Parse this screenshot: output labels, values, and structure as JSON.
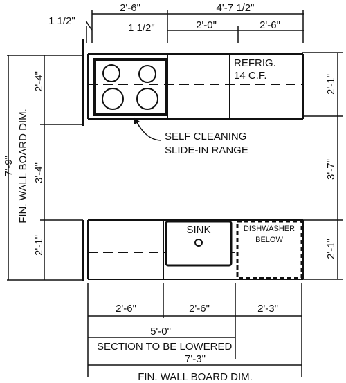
{
  "dims": {
    "top_range_width": "2'-6\"",
    "top_right_width": "4'-7  1/2\"",
    "top_left_gap": "1 1/2\"",
    "top_mid_gap": "1 1/2\"",
    "top_mid_width": "2'-0\"",
    "top_fridge_width": "2'-6\"",
    "left_top_depth": "2'-4\"",
    "left_mid_depth": "3'-4\"",
    "left_bot_depth": "2'-1\"",
    "left_total": "7'-9\"",
    "right_top_depth": "2'-1\"",
    "right_mid_depth": "3'-7\"",
    "right_bot_depth": "2'-1\"",
    "bottom_seg1": "2'-6\"",
    "bottom_seg2": "2'-6\"",
    "bottom_seg3": "2'-3\"",
    "bottom_lowered": "5'-0\"",
    "bottom_total": "7'-3\""
  },
  "labels": {
    "wall_board_left": "FIN.  WALL BOARD  DIM.",
    "wall_board_bottom": "FIN.  WALL BOARD  DIM.",
    "section_lowered": "SECTION TO BE LOWERED",
    "fridge_line1": "REFRIG.",
    "fridge_line2": "14 C.F.",
    "range_line1": "SELF CLEANING",
    "range_line2": "SLIDE-IN RANGE",
    "sink": "SINK",
    "dishwasher_line1": "DISHWASHER",
    "dishwasher_line2": "BELOW"
  }
}
